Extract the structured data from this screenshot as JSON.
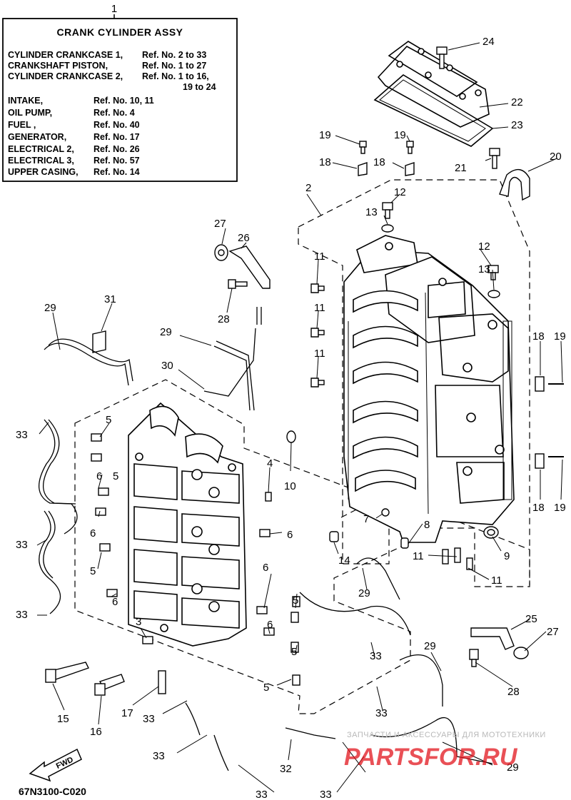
{
  "legend": {
    "ref_number": "1",
    "title": "CRANK CYLINDER ASSY",
    "lines": [
      {
        "name": "CYLINDER CRANKCASE 1,",
        "ref": "Ref. No. 2 to 33"
      },
      {
        "name": "CRANKSHAFT PISTON,",
        "ref": "Ref. No. 1 to 27"
      },
      {
        "name": "CYLINDER CRANKCASE 2,",
        "ref": "Ref. No. 1 to 16,"
      },
      {
        "name": "",
        "ref": "19 to 24"
      },
      {
        "name": "INTAKE,",
        "ref": "Ref. No. 10, 11"
      },
      {
        "name": "OIL PUMP,",
        "ref": "Ref. No. 4"
      },
      {
        "name": "FUEL ,",
        "ref": "Ref. No. 40"
      },
      {
        "name": "GENERATOR,",
        "ref": "Ref. No. 17"
      },
      {
        "name": "ELECTRICAL 2,",
        "ref": "Ref. No. 26"
      },
      {
        "name": "ELECTRICAL 3,",
        "ref": "Ref. No. 57"
      },
      {
        "name": "UPPER CASING,",
        "ref": "Ref. No. 14"
      }
    ]
  },
  "callouts": [
    "2",
    "3",
    "4",
    "5",
    "6",
    "7",
    "8",
    "9",
    "10",
    "11",
    "12",
    "13",
    "14",
    "15",
    "16",
    "17",
    "18",
    "19",
    "20",
    "21",
    "22",
    "23",
    "24",
    "25",
    "26",
    "27",
    "28",
    "29",
    "30",
    "31",
    "32",
    "33"
  ],
  "diagram_code": "67N3100-C020",
  "fwd_label": "FWD",
  "watermark": {
    "line1": "ЗАПЧАСТИ И АКСЕССУАРЫ ДЛЯ МОТОТЕХНИКИ",
    "line2": "PARTSFOR.RU"
  },
  "colors": {
    "ink": "#000000",
    "watermark_red": "#e1151d",
    "watermark_grey": "#b8b8b8"
  }
}
